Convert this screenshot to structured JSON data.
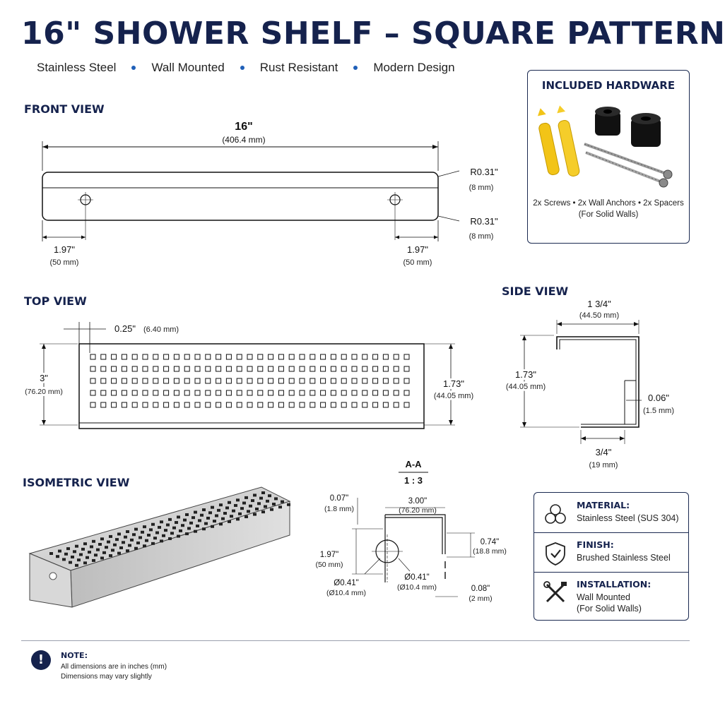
{
  "header": {
    "title": "16\" SHOWER SHELF – SQUARE PATTERN",
    "features": [
      "Stainless Steel",
      "Wall Mounted",
      "Rust Resistant",
      "Modern Design"
    ]
  },
  "front_view": {
    "label": "FRONT VIEW",
    "width": "16\"",
    "width_mm": "(406.4 mm)",
    "radius_top": "R0.31\"",
    "radius_top_mm": "(8 mm)",
    "radius_bottom": "R0.31\"",
    "radius_bottom_mm": "(8 mm)",
    "hole_left": "1.97\"",
    "hole_left_mm": "(50 mm)",
    "hole_right": "1.97\"",
    "hole_right_mm": "(50 mm)"
  },
  "hardware": {
    "title": "INCLUDED HARDWARE",
    "items": "2x Screws • 2x Wall Anchors • 2x Spacers",
    "note": "(For Solid Walls)"
  },
  "top_view": {
    "label": "TOP VIEW",
    "offset": "0.25\"",
    "offset_mm": "(6.40 mm)",
    "depth": "3\"",
    "depth_mm": "(76.20 mm)",
    "height": "1.73\"",
    "height_mm": "(44.05 mm)"
  },
  "side_view": {
    "label": "SIDE VIEW",
    "top_width": "1 3/4\"",
    "top_width_mm": "(44.50 mm)",
    "height": "1.73\"",
    "height_mm": "(44.05 mm)",
    "thickness": "0.06\"",
    "thickness_mm": "(1.5 mm)",
    "bottom_width": "3/4\"",
    "bottom_width_mm": "(19 mm)"
  },
  "isometric": {
    "label": "ISOMETRIC VIEW"
  },
  "section": {
    "label": "A-A",
    "scale": "1 : 3",
    "d1": "0.07\"",
    "d1_mm": "(1.8 mm)",
    "d2": "3.00\"",
    "d2_mm": "(76.20 mm)",
    "d3": "1.97\"",
    "d3_mm": "(50 mm)",
    "d4": "0.74\"",
    "d4_mm": "(18.8 mm)",
    "d5": "Ø0.41\"",
    "d5_mm": "(Ø10.4 mm)",
    "d6": "Ø0.41\"",
    "d6_mm": "(Ø10.4 mm)",
    "d7": "0.08\"",
    "d7_mm": "(2 mm)"
  },
  "specs": [
    {
      "label": "MATERIAL:",
      "value": "Stainless Steel (SUS 304)",
      "icon": "steel-rods-icon"
    },
    {
      "label": "FINISH:",
      "value": "Brushed Stainless Steel",
      "icon": "shield-check-icon"
    },
    {
      "label": "INSTALLATION:",
      "value": "Wall Mounted",
      "value2": "(For Solid Walls)",
      "icon": "tools-icon"
    }
  ],
  "note": {
    "title": "NOTE:",
    "line1": "All dimensions are in inches (mm)",
    "line2": "Dimensions may vary slightly"
  },
  "colors": {
    "navy": "#15224d",
    "accent": "#1f5fb8",
    "anchor": "#f2c417"
  }
}
